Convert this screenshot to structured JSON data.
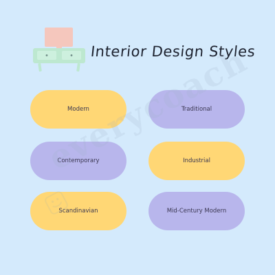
{
  "page": {
    "background_color": "#d4eafc",
    "title": "Interior Design Styles",
    "watermark": "everycoach"
  },
  "illustration": {
    "name": "furniture-icon",
    "colors": {
      "top": "#f5c7bd",
      "cabinet": "#bde8d0",
      "handles": "#6e8b86"
    }
  },
  "styles": {
    "items": [
      {
        "label": "Modern",
        "color": "#ffd775"
      },
      {
        "label": "Traditional",
        "color": "#b8b6ec"
      },
      {
        "label": "Contemporary",
        "color": "#b8b6ec"
      },
      {
        "label": "Industrial",
        "color": "#ffd775"
      },
      {
        "label": "Scandinavian",
        "color": "#ffd775"
      },
      {
        "label": "Mid-Century  Modern",
        "color": "#b8b6ec"
      }
    ]
  }
}
